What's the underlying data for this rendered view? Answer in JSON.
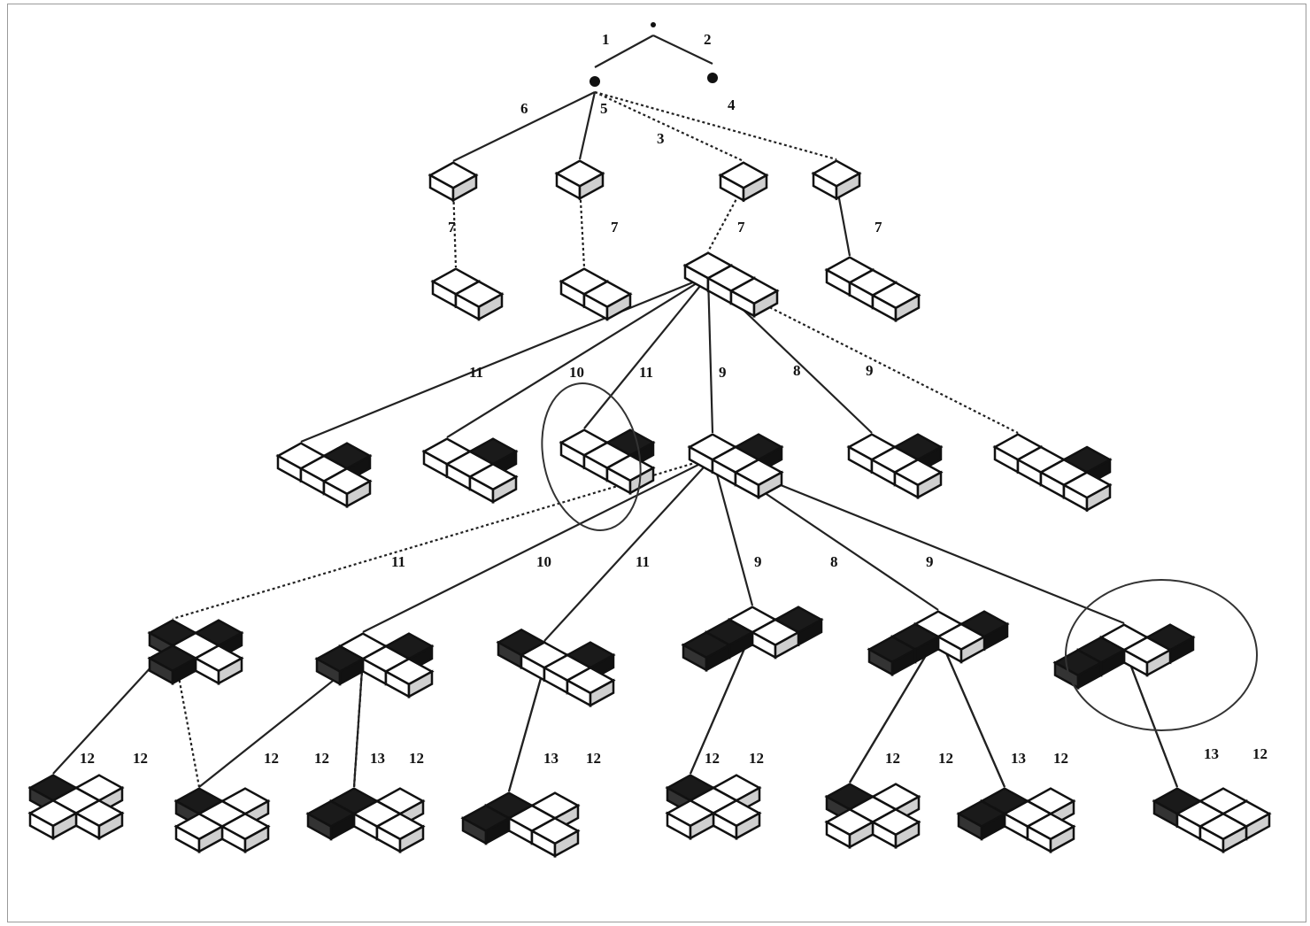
{
  "diagram": {
    "edge_labels": [
      "1",
      "2",
      "6",
      "5",
      "4",
      "3",
      "7",
      "7",
      "7",
      "7",
      "11",
      "10",
      "11",
      "9",
      "8",
      "9",
      "11",
      "10",
      "11",
      "9",
      "8",
      "9",
      "12",
      "12",
      "12",
      "12",
      "13",
      "12",
      "13",
      "12",
      "12",
      "12",
      "12",
      "12",
      "13",
      "12",
      "13",
      "12"
    ]
  }
}
